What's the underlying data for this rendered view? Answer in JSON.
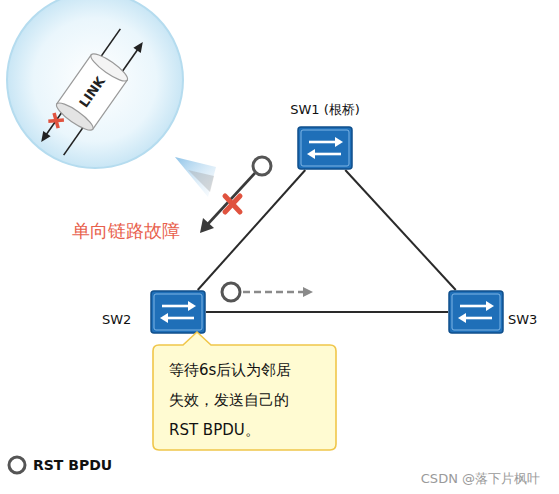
{
  "diagram": {
    "nodes": [
      {
        "text": [
          "SW1 (根桥)"
        ]
      },
      {
        "text": [
          "SW2"
        ]
      },
      {
        "text": [
          "SW3"
        ]
      },
      {
        "text": [
          "等待6s后认为邻居 失效，发送自己的 RST BPDU。"
        ]
      }
    ],
    "edges": [
      {
        "from": 0,
        "to": 1,
        "arrow": "none"
      },
      {
        "from": 0,
        "to": 2,
        "arrow": "none"
      },
      {
        "from": 1,
        "to": 2,
        "arrow": "none"
      }
    ],
    "labels": [
      "LINK",
      "单向链路故障",
      "CSDN @落下片枫叶"
    ],
    "legend": [
      {
        "text": "RST BPDU"
      }
    ]
  }
}
